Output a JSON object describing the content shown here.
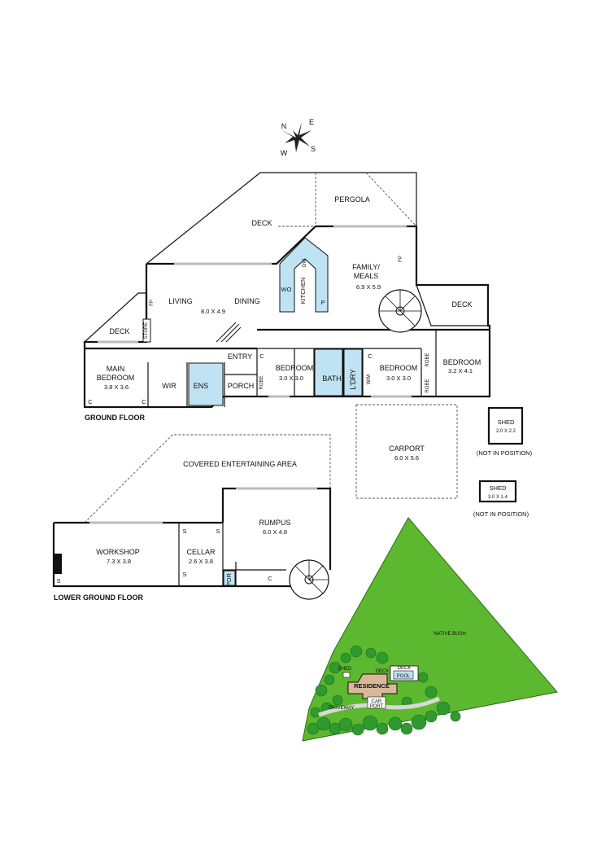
{
  "compass": {
    "n": "N",
    "e": "E",
    "s": "S",
    "w": "W"
  },
  "ground_floor": {
    "title": "GROUND FLOOR",
    "deck_top": "DECK",
    "pergola": "PERGOLA",
    "living": {
      "name": "LIVING",
      "size": "8.0 X 4.9"
    },
    "dining": "DINING",
    "kitchen": "KITCHEN",
    "kitchen_wo": "WO",
    "kitchen_dw": "DW",
    "kitchen_p": "P",
    "family": {
      "name1": "FAMILY/",
      "name2": "MEALS",
      "size": "6.9 X 5.9"
    },
    "fp_living": "FP",
    "fp_family": "FP",
    "deck_left": "DECK",
    "store": "STORE",
    "deck_right": "DECK",
    "main_bedroom": {
      "name1": "MAIN",
      "name2": "BEDROOM",
      "size": "3.8 X 3.6"
    },
    "wir": "WIR",
    "ens": "ENS",
    "entry": "ENTRY",
    "porch": "PORCH",
    "robe1": "ROBE",
    "bedroom2": {
      "name": "BEDROOM",
      "size": "3.0 X 3.0"
    },
    "bath": "BATH",
    "ldry": "L'DRY",
    "wm": "W/M",
    "bedroom3": {
      "name": "BEDROOM",
      "size": "3.0 X 3.0"
    },
    "robe2": "ROBE",
    "robe3": "ROBE",
    "bedroom4": {
      "name": "BEDROOM",
      "size": "3.2 X 4.1"
    },
    "c": "C"
  },
  "outbuildings": {
    "carport": {
      "name": "CARPORT",
      "size": "6.0 X 5.6"
    },
    "shed1": {
      "name": "SHED",
      "size": "2.0 X 2.2",
      "note": "(NOT IN POSITION)"
    },
    "shed2": {
      "name": "SHED",
      "size": "3.0 X 1.4",
      "note": "(NOT IN POSITION)"
    }
  },
  "lower_floor": {
    "title": "LOWER GROUND FLOOR",
    "covered": "COVERED ENTERTAINING AREA",
    "rumpus": {
      "name": "RUMPUS",
      "size": "6.0 X 4.8"
    },
    "workshop": {
      "name": "WORKSHOP",
      "size": "7.3 X 3.8"
    },
    "cellar": {
      "name": "CELLAR",
      "size": "2.6 X 3.8"
    },
    "pdr": "PDR",
    "s": "S",
    "c": "C"
  },
  "site": {
    "native_bush": "NATIVE BUSH",
    "residence": "RESIDENCE",
    "deck1": "DECK",
    "deck2": "DECK",
    "pool": "POOL",
    "shed": "SHED",
    "carport1": "CAR",
    "carport2": "PORT",
    "driveway": "DRIVEWAY",
    "colors": {
      "bush": "#5cb82e",
      "trees": "#2f9a2f",
      "residence": "#d9b79a",
      "pool": "#bfe3f3"
    }
  }
}
